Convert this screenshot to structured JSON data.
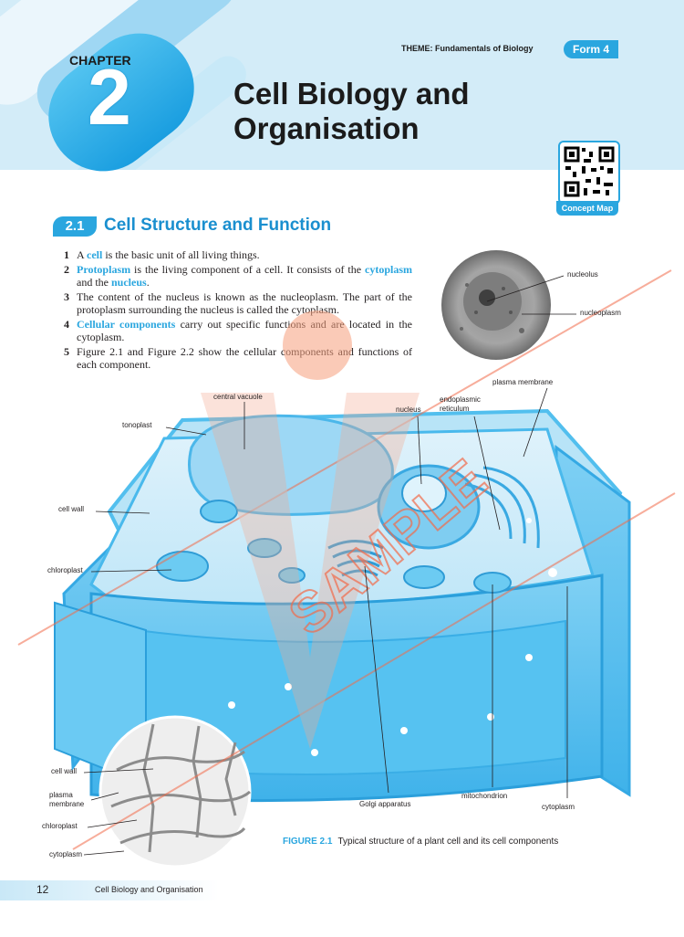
{
  "header": {
    "theme_line": "THEME: Fundamentals of Biology",
    "form_badge": "Form 4",
    "chapter_label": "CHAPTER",
    "chapter_number": "2",
    "title_line1": "Cell Biology and",
    "title_line2": "Organisation",
    "qr_caption": "Concept Map"
  },
  "section": {
    "number": "2.1",
    "title": "Cell Structure and Function"
  },
  "points": [
    {
      "num": "1",
      "pre": "A ",
      "kw": "cell",
      "post": " is the basic unit of all living things."
    },
    {
      "num": "2",
      "kw1": "Protoplasm",
      "mid1": " is the living component of a cell. It consists of the ",
      "kw2": "cytoplasm",
      "mid2": " and the ",
      "kw3": "nucleus",
      "post": "."
    },
    {
      "num": "3",
      "text": "The content of the nucleus is known as the nucleoplasm. The part of the protoplasm surrounding the nucleus is called the cytoplasm."
    },
    {
      "num": "4",
      "kw": "Cellular components",
      "post": " carry out specific functions and are located in the cytoplasm."
    },
    {
      "num": "5",
      "text": "Figure 2.1 and Figure 2.2 show the cellular components and functions of each component."
    }
  ],
  "labels": {
    "nucleolus": "nucleolus",
    "nucleoplasm": "nucleoplasm",
    "plasma_membrane": "plasma membrane",
    "endoplasmic_1": "endoplasmic",
    "endoplasmic_2": "reticulum",
    "nucleus": "nucleus",
    "central_vacuole": "central vacuole",
    "tonoplast": "tonoplast",
    "cell_wall": "cell wall",
    "chloroplast": "chloroplast",
    "golgi": "Golgi apparatus",
    "mitochondrion": "mitochondrion",
    "cytoplasm": "cytoplasm",
    "micro_cell_wall": "cell wall",
    "micro_plasma_1": "plasma",
    "micro_plasma_2": "membrane",
    "micro_chloroplast": "chloroplast",
    "micro_cytoplasm": "cytoplasm"
  },
  "figure": {
    "number": "FIGURE 2.1",
    "caption": "Typical structure of a plant cell and its cell components"
  },
  "watermark": "SAMPLE",
  "footer": {
    "page_number": "12",
    "running_title": "Cell Biology and Organisation"
  },
  "colors": {
    "accent": "#2aa6df",
    "cell_blue": "#5cc4f0",
    "watermark": "#f26b4a"
  }
}
